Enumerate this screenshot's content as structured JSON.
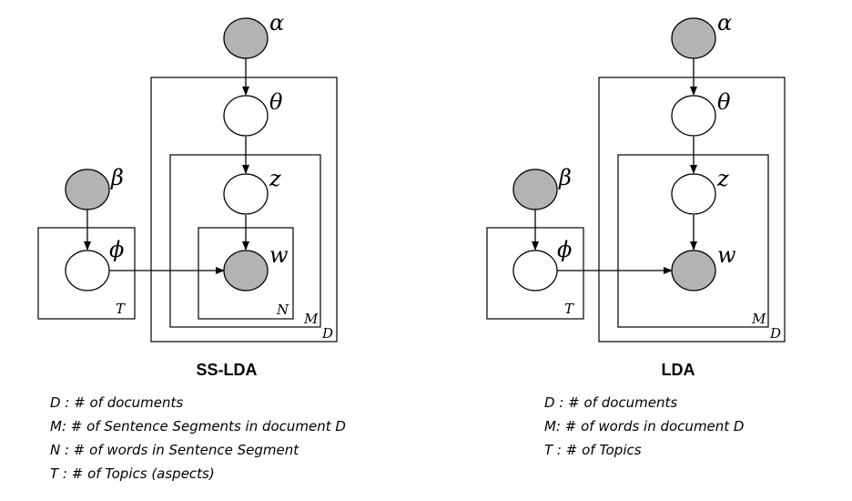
{
  "models": [
    {
      "title": "SS-LDA",
      "symbols": {
        "alpha": "α",
        "theta": "θ",
        "z": "z",
        "w": "w",
        "beta": "β",
        "phi": "ϕ"
      },
      "plates": {
        "D": "D",
        "M": "M",
        "N": "N",
        "T": "T"
      },
      "legend": [
        "D : # of documents",
        "M: # of Sentence Segments in document D",
        "N : # of words in Sentence Segment",
        "T  : # of Topics (aspects)"
      ]
    },
    {
      "title": "LDA",
      "symbols": {
        "alpha": "α",
        "theta": "θ",
        "z": "z",
        "w": "w",
        "beta": "β",
        "phi": "ϕ"
      },
      "plates": {
        "D": "D",
        "M": "M",
        "T": "T"
      },
      "legend": [
        "D : # of documents",
        "M: # of words in document D",
        "T : # of Topics"
      ]
    }
  ]
}
